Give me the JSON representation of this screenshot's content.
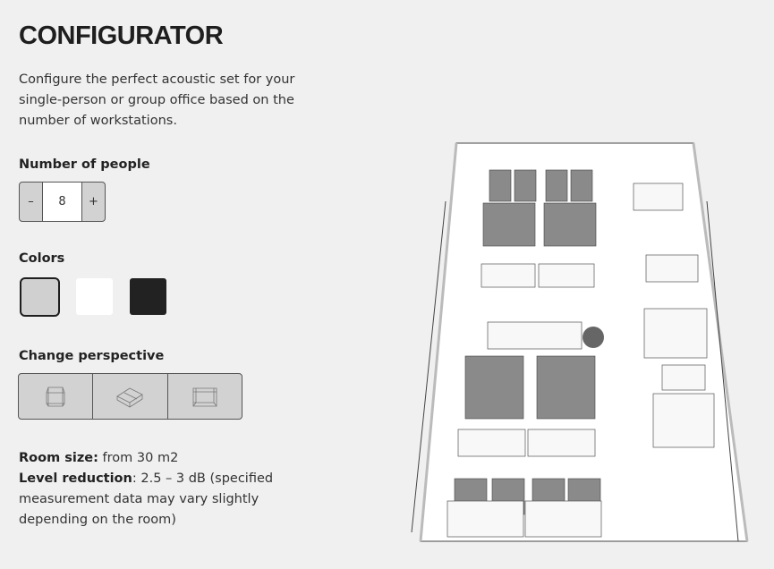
{
  "title": "CONFIGURATOR",
  "intro": "Configure the perfect acoustic set for your single-person or group office based on the number of workstations.",
  "people": {
    "label": "Number of people",
    "minus": "–",
    "value": "8",
    "plus": "+"
  },
  "colors": {
    "label": "Colors",
    "swatches": [
      {
        "name": "grey",
        "hex": "#d0d0d0",
        "selected": true
      },
      {
        "name": "white",
        "hex": "#ffffff"
      },
      {
        "name": "black",
        "hex": "#222222"
      }
    ]
  },
  "perspective": {
    "label": "Change perspective",
    "options": [
      "front-view",
      "top-view",
      "side-view"
    ]
  },
  "info": {
    "room_label": "Room size:",
    "room_value": " from 30 m2",
    "level_label": "Level reduction",
    "level_value": ": 2.5 – 3 dB (specified measurement data may vary slightly depending on the room)"
  }
}
